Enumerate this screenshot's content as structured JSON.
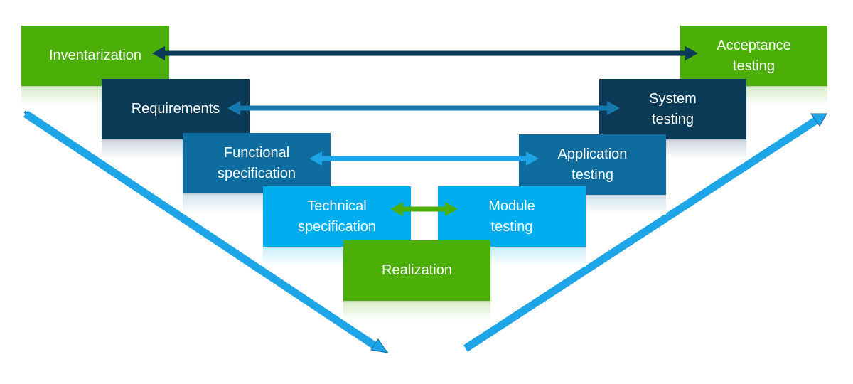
{
  "colors": {
    "green": "#4CAF08",
    "navy": "#0A3A55",
    "teal": "#0E6C9E",
    "lightblue": "#00AEEF",
    "arrow_dark": "#0B3A58",
    "arrow_mid": "#1579B0",
    "arrow_light": "#1EA5E8",
    "arrow_green": "#4CAF08"
  },
  "left_boxes": {
    "inventarization": "Inventarization",
    "requirements": "Requirements",
    "functional_spec": "Functional\nspecification",
    "technical_spec": "Technical\nspecification"
  },
  "right_boxes": {
    "acceptance": "Acceptance\ntesting",
    "system": "System\ntesting",
    "application": "Application\ntesting",
    "module": "Module\ntesting"
  },
  "bottom": {
    "realization": "Realization"
  }
}
